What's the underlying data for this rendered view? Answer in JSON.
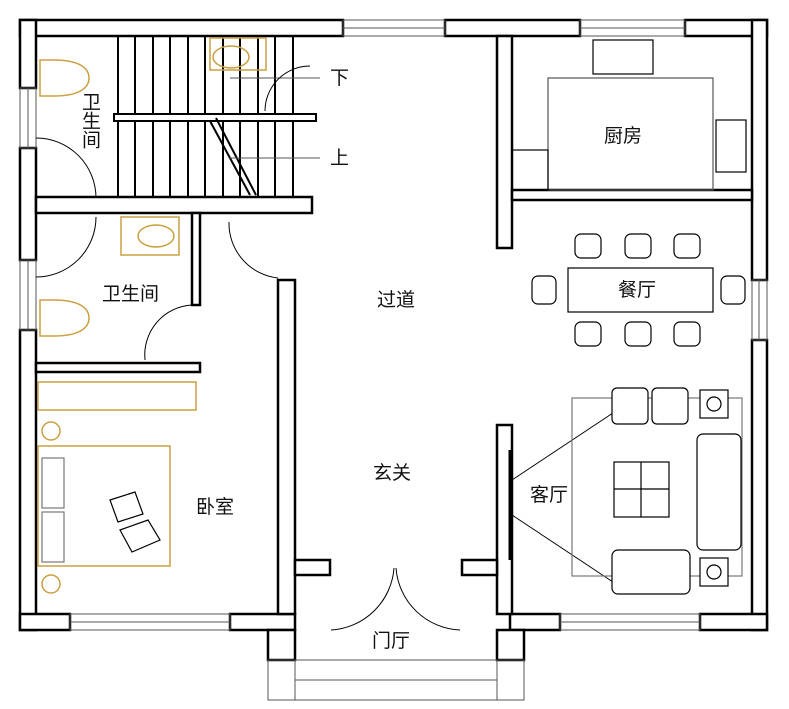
{
  "rooms": {
    "bathroom_upper": "卫生间",
    "stair_down": "下",
    "stair_up": "上",
    "kitchen": "厨房",
    "bathroom_lower": "卫生间",
    "dining": "餐厅",
    "corridor": "过道",
    "bedroom": "卧室",
    "foyer": "玄关",
    "living": "客厅",
    "entrance_hall": "门厅"
  },
  "colors": {
    "wall": "#000000",
    "fixture": "#c8a040",
    "line": "#555555"
  }
}
